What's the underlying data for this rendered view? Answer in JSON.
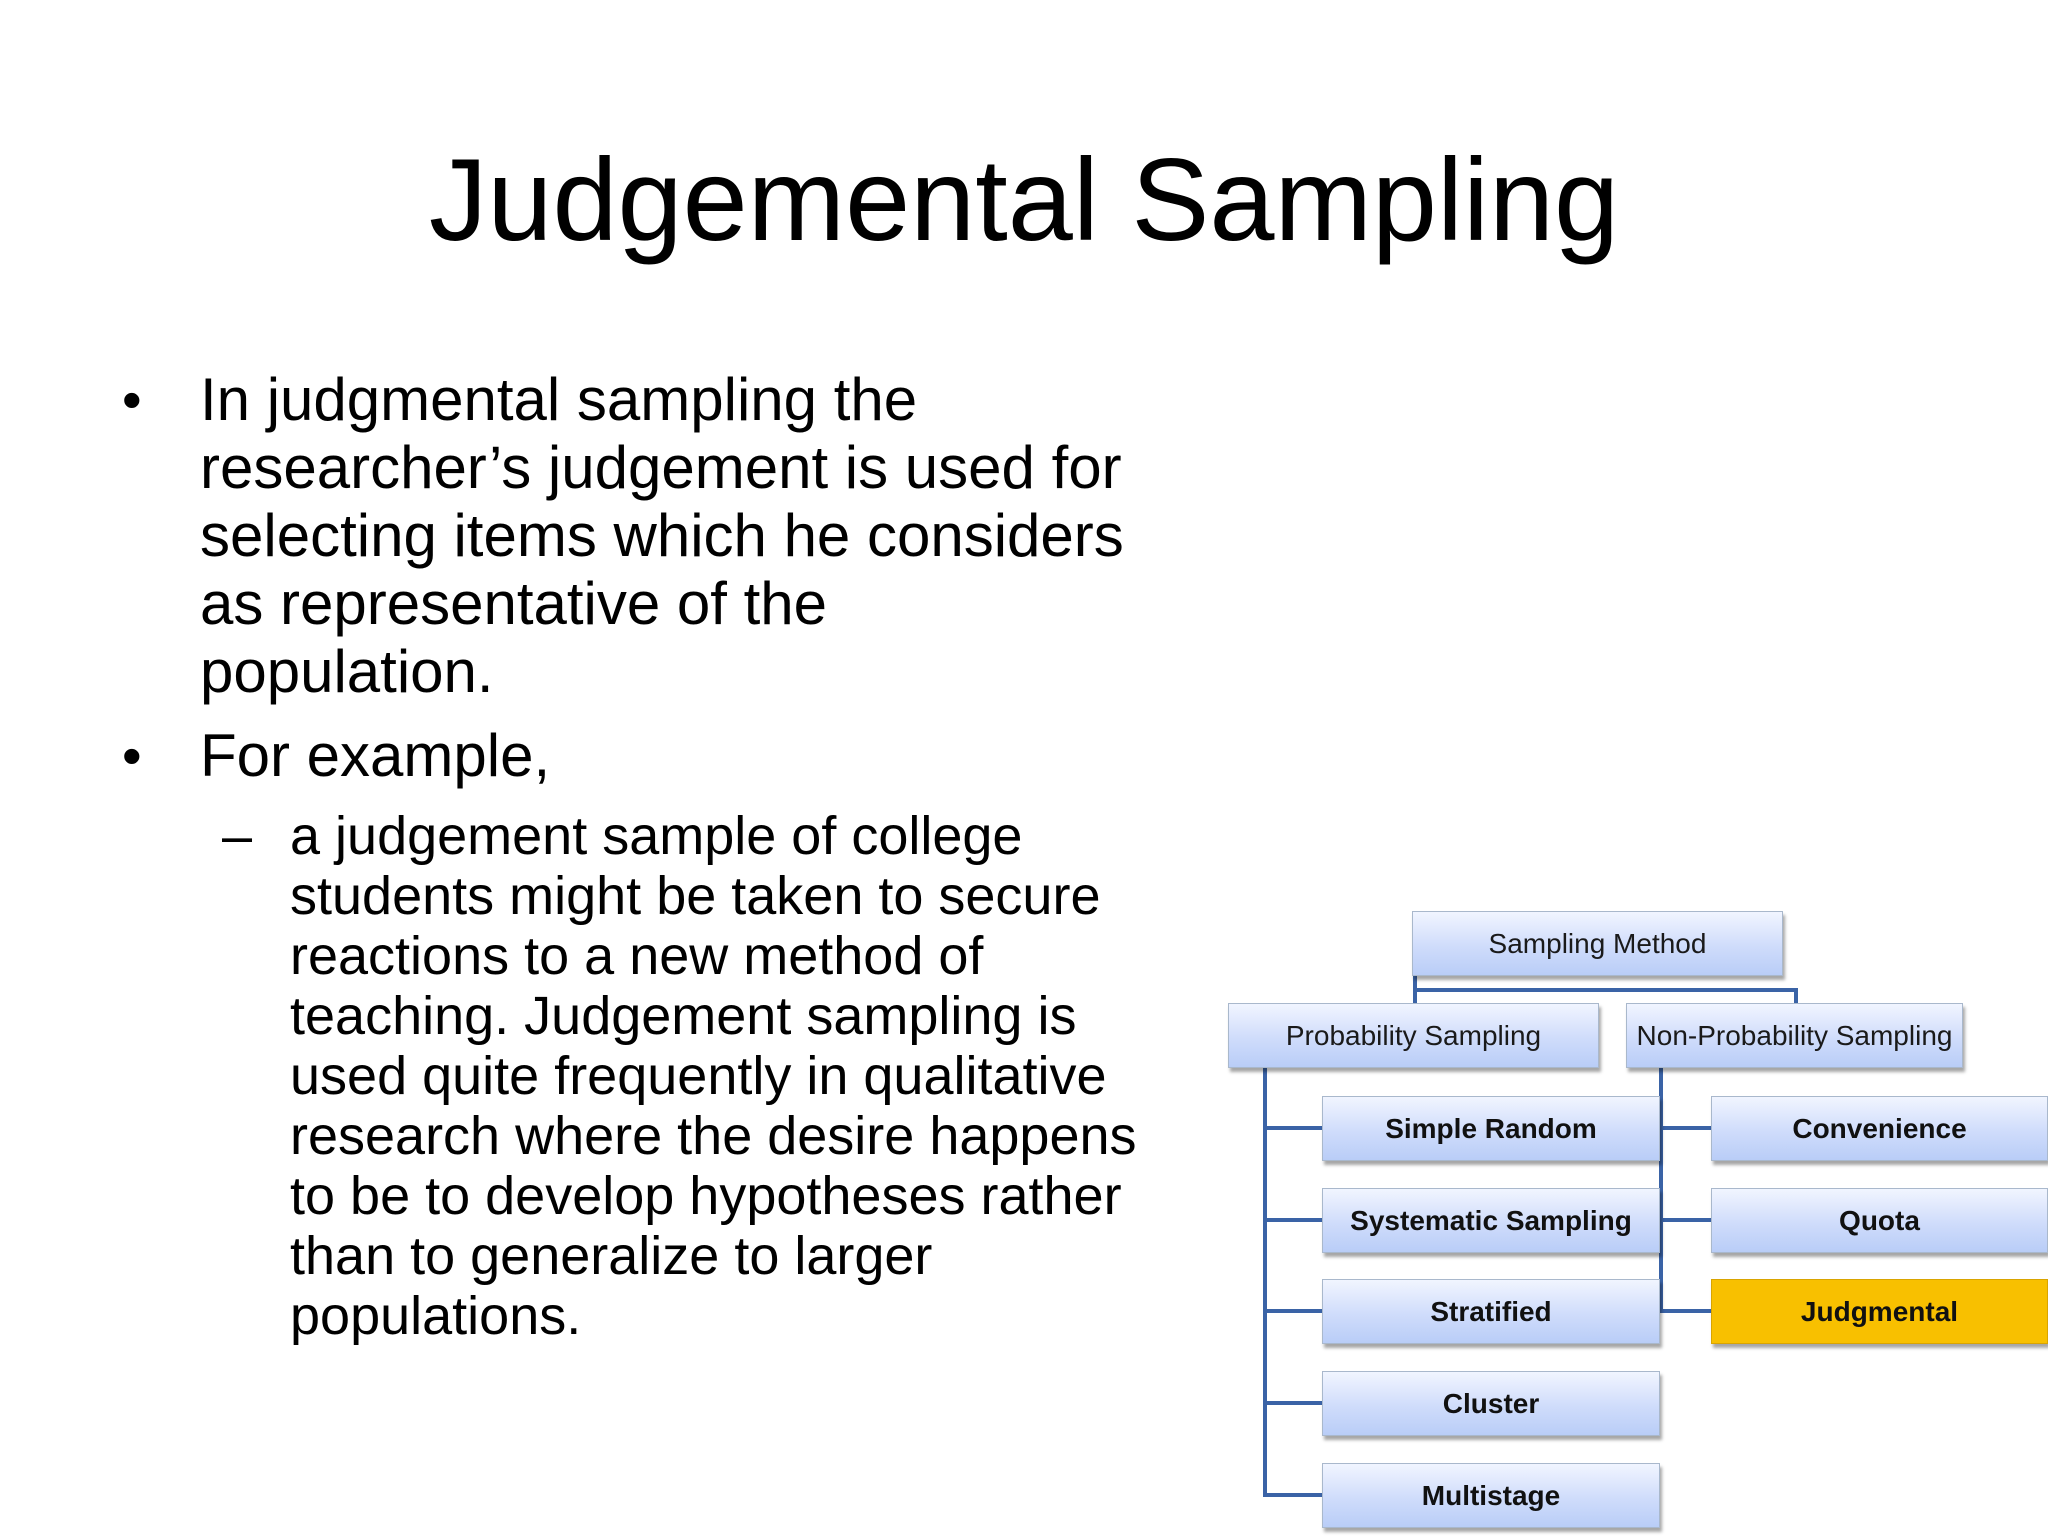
{
  "slide": {
    "title": "Judgemental Sampling",
    "bullets": [
      {
        "lines": [
          "In judgmental sampling the",
          "researcher’s judgement is used for",
          "selecting items which he considers",
          "as representative of the",
          "population."
        ]
      },
      {
        "lines": [
          "For example,"
        ]
      }
    ],
    "sub_bullets": [
      {
        "lines": [
          "a judgement sample of college",
          "students might be taken to secure",
          "reactions to a new method of",
          "teaching. Judgement sampling is",
          "used quite frequently in qualitative",
          "research where the desire happens",
          "to be to develop hypotheses rather",
          "than to generalize to larger",
          "populations."
        ]
      }
    ],
    "bullet_glyph": "•",
    "dash_glyph": "–"
  },
  "diagram": {
    "root": "Sampling Method",
    "probability": {
      "label": "Probability Sampling",
      "children": [
        "Simple Random",
        "Systematic Sampling",
        "Stratified",
        "Cluster",
        "Multistage"
      ]
    },
    "non_probability": {
      "label": "Non-Probability Sampling",
      "children": [
        "Convenience",
        "Quota",
        "Judgmental"
      ]
    },
    "highlighted": "Judgmental",
    "colors": {
      "node_fill": "#cfdcfb",
      "highlight_fill": "#f8c000",
      "connector": "#3a63a6"
    }
  }
}
